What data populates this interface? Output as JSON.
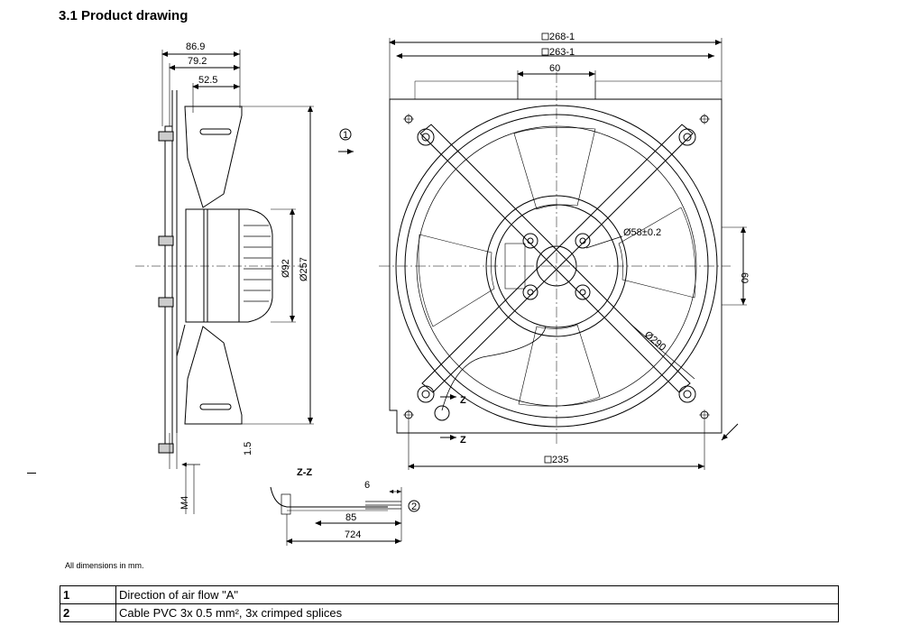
{
  "section_title": "3.1 Product drawing",
  "side_view": {
    "dim_869": "86.9",
    "dim_792": "79.2",
    "dim_525": "52.5",
    "dim_d92": "Ø92",
    "dim_d257": "Ø257",
    "dim_15": "1.5",
    "dim_m4": "M4"
  },
  "front_view": {
    "dim_268": "268-1",
    "dim_263": "263-1",
    "dim_60_top": "60",
    "dim_60_right": "60",
    "dim_d58": "Ø58±0.2",
    "dim_d290": "Ø290",
    "dim_235": "235",
    "section_marker": "Z"
  },
  "section_view": {
    "title": "Z-Z",
    "dim_6": "6",
    "dim_85": "85",
    "dim_724": "724"
  },
  "callouts": {
    "airflow": "1",
    "cable": "2"
  },
  "note": "All dimensions in mm.",
  "legend_rows": [
    {
      "num": "1",
      "text": "Direction of air flow \"A\""
    },
    {
      "num": "2",
      "text": "Cable PVC 3x 0.5 mm², 3x crimped splices"
    }
  ]
}
